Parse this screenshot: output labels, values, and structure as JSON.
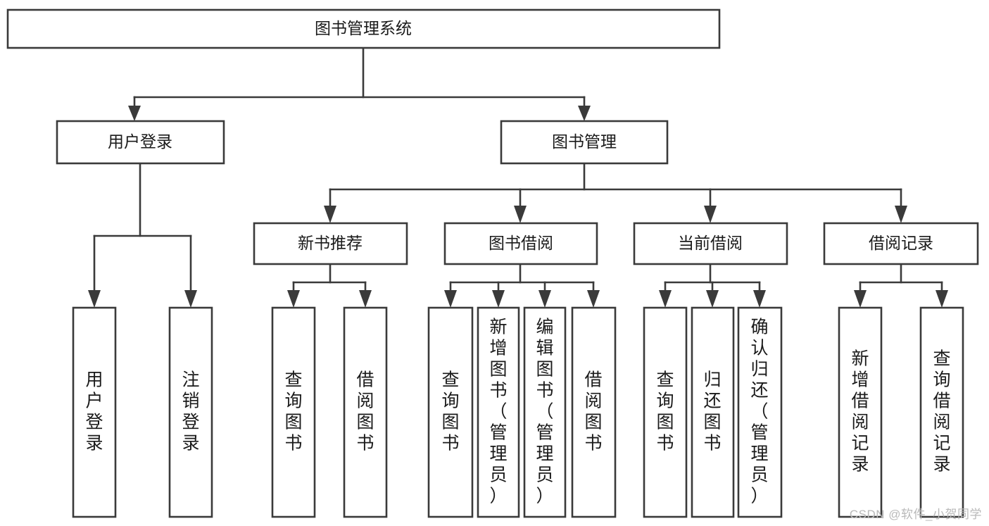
{
  "diagram": {
    "title": "图书管理系统",
    "type": "tree-hierarchy-chart",
    "watermark": "CSDN @软件_小贺同学",
    "colors": {
      "stroke": "#3a3a3a",
      "box_fill": "#ffffff",
      "text": "#1a1a1a",
      "watermark": "#b9b9b9",
      "background": "#ffffff"
    },
    "levels": {
      "root": {
        "label": "图书管理系统"
      },
      "level2": [
        {
          "label": "用户登录"
        },
        {
          "label": "图书管理"
        }
      ],
      "level3": [
        {
          "label": "新书推荐"
        },
        {
          "label": "图书借阅"
        },
        {
          "label": "当前借阅"
        },
        {
          "label": "借阅记录"
        }
      ],
      "leaves_user_login": [
        {
          "label": "用户登录"
        },
        {
          "label": "注销登录"
        }
      ],
      "leaves_new_book": [
        {
          "label": "查询图书"
        },
        {
          "label": "借阅图书"
        }
      ],
      "leaves_borrow": [
        {
          "label": "查询图书"
        },
        {
          "label": "新增图书（管理员）"
        },
        {
          "label": "编辑图书（管理员）"
        },
        {
          "label": "借阅图书"
        }
      ],
      "leaves_current": [
        {
          "label": "查询图书"
        },
        {
          "label": "归还图书"
        },
        {
          "label": "确认归还（管理员）"
        }
      ],
      "leaves_record": [
        {
          "label": "新增借阅记录"
        },
        {
          "label": "查询借阅记录"
        }
      ]
    }
  }
}
